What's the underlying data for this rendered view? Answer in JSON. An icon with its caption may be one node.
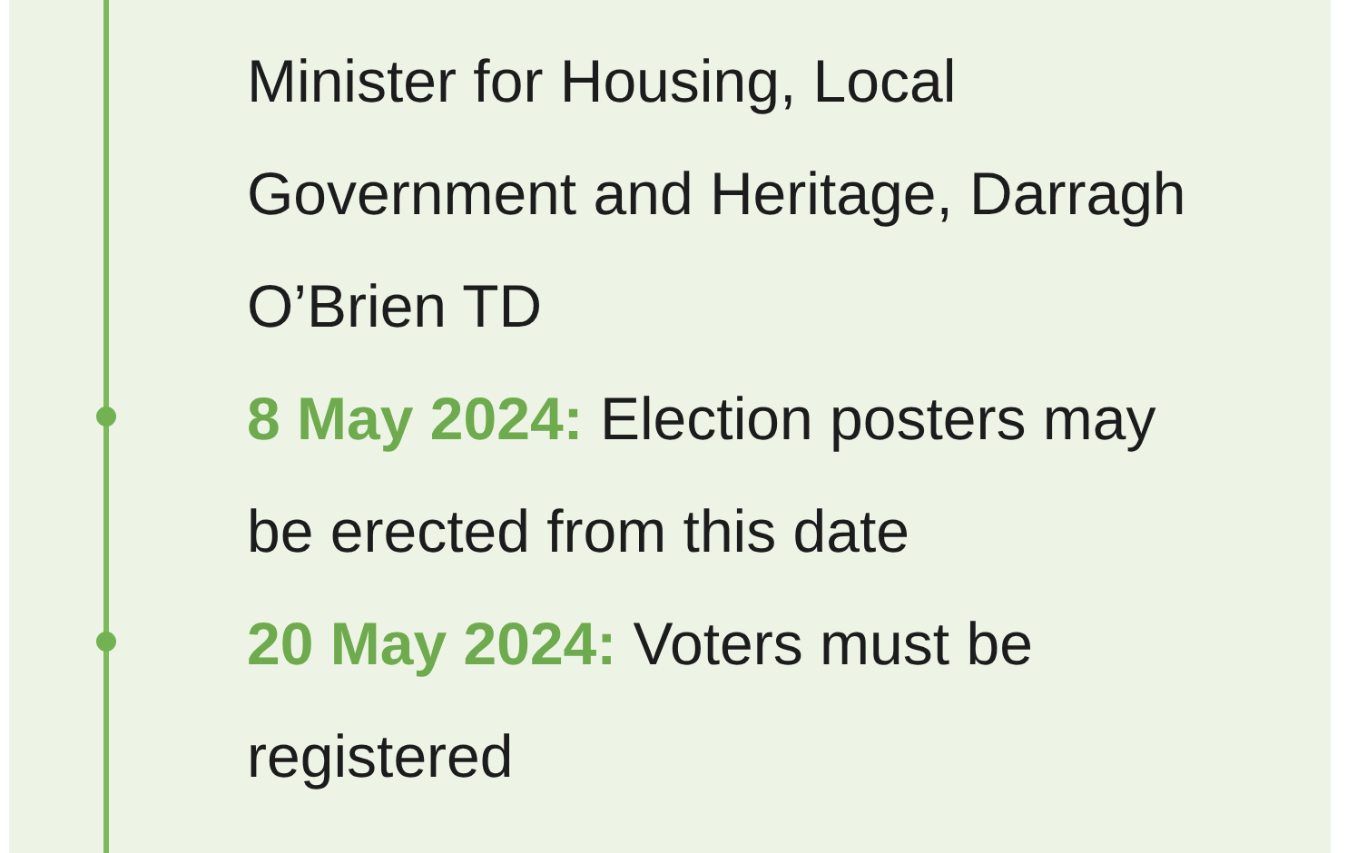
{
  "diagram": {
    "labels": [
      "Minister for Housing, Local Government and Heritage, Darragh O’Brien TD",
      "**8 May 2024:** Election posters may be erected from this date",
      "**20 May 2024:** Voters must be registered"
    ]
  }
}
